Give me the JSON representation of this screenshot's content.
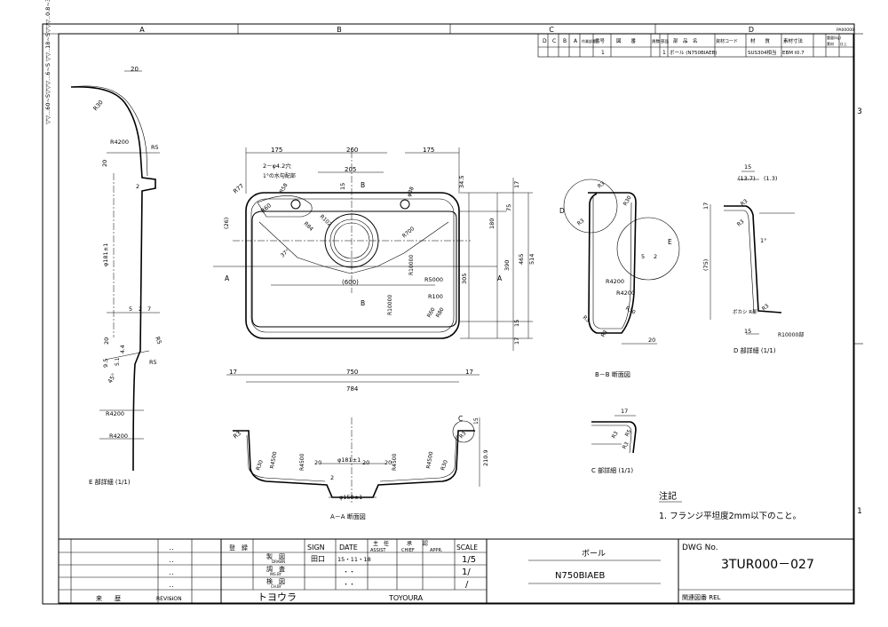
{
  "frame": {
    "zones_top": [
      "A",
      "B",
      "C",
      "D"
    ],
    "zones_right": [
      "3",
      "1"
    ]
  },
  "corner_note": "▽▽...60~S▽▽▽...6~S ▽▽..18~S▽▽▽..0.8~3",
  "parts_table": {
    "code": "PA00000",
    "headers": [
      "D",
      "C",
      "B",
      "A",
      "作業部署",
      "番号",
      "図　　番",
      "員数",
      "部品",
      "部　品　名",
      "資材コード",
      "材　　質",
      "素材寸法",
      "重量(kg)",
      "素材",
      "仕上"
    ],
    "row": {
      "no": "1",
      "qty": "1",
      "name": "ボール (N750BIAEB)",
      "material": "SUS304相当",
      "blank": "EBM t0.7"
    }
  },
  "views": {
    "plan": {
      "dims_top": [
        "175",
        "260",
        "205",
        "175",
        "15",
        "34.5"
      ],
      "dims_left": [
        "(26)"
      ],
      "dims_right": [
        "17",
        "75",
        "180",
        "305",
        "390",
        "465",
        "514",
        "15",
        "17"
      ],
      "dims_bottom": [
        "17",
        "750",
        "784",
        "17"
      ],
      "labels": [
        "2－φ4.2穴",
        "1°の水勾配部",
        "R77",
        "R60",
        "R58",
        "R84",
        "R102",
        "φ38",
        "R700",
        "R10000",
        "R5000",
        "R10000",
        "R100",
        "R60",
        "R80",
        "37°",
        "(600)",
        "A",
        "A",
        "B",
        "B"
      ]
    },
    "section_aa": {
      "title": "A－A 断面図",
      "labels": [
        "R3",
        "R30",
        "R4500",
        "R4500",
        "R4500",
        "R4500",
        "R30",
        "φ181±1",
        "20",
        "20",
        "20",
        "2",
        "φ158±1",
        "C",
        "R3",
        "15",
        "210.9"
      ]
    },
    "detail_e": {
      "title": "E 部詳細 (1/1)",
      "labels": [
        "20",
        "R30",
        "R4200",
        "R5",
        "20",
        "2",
        "φ181±1",
        "5",
        "2",
        "7",
        "20",
        "4.4",
        "5.1",
        "R5",
        "9.5",
        "R5",
        "45°",
        "R4200",
        "R4200"
      ]
    },
    "section_bb": {
      "title": "B－B 断面図",
      "labels": [
        "D",
        "R3",
        "R3",
        "R30",
        "E",
        "5",
        "2",
        "R4200",
        "R4200",
        "R30",
        "R3",
        "R3",
        "20"
      ]
    },
    "detail_d": {
      "title": "D 部詳細 (1/1)",
      "labels": [
        "15",
        "(13.7)",
        "(1.3)",
        "17",
        "R3",
        "R3",
        "1°",
        "(75)",
        "ボカシ R部",
        "R3",
        "15",
        "R10000部"
      ]
    },
    "detail_c": {
      "title": "C 部詳細 (1/1)",
      "labels": [
        "17",
        "R3",
        "R5",
        "R3"
      ]
    }
  },
  "notes": {
    "title": "注記",
    "items": [
      "1. フランジ平坦度2mm以下のこと。"
    ]
  },
  "title_block": {
    "revision_label": "来　　歴",
    "revision_en": "REVISION",
    "rev_dots": [
      "．．",
      "．．",
      "．．",
      "．．",
      "．．"
    ],
    "reg_label": "登　録",
    "sign": "SIGN",
    "date": "DATE",
    "assist_jp": "主　任",
    "assist": "ASSIST",
    "chief_jp": "承　　認",
    "chief": "CHIEF",
    "appr": "APPR.",
    "scale_label": "SCALE",
    "scale_values": [
      "1/5",
      "1/",
      "/"
    ],
    "roles": [
      {
        "jp": "製　図",
        "en": "DRAWN"
      },
      {
        "jp": "調　査",
        "en": "INS.BY"
      },
      {
        "jp": "検　図",
        "en": "CH.BY"
      }
    ],
    "drawn_sign": "田口",
    "drawn_date": "15・11・18",
    "date_dots": [
      "・・",
      "・・"
    ],
    "company_kana": "トヨウラ",
    "company": "TOYOURA",
    "part_name": "ボール",
    "part_code": "N750BIAEB",
    "dwg_label": "DWG No.",
    "dwg_no": "3TUR000－027",
    "rel_label": "関連図番 REL"
  }
}
